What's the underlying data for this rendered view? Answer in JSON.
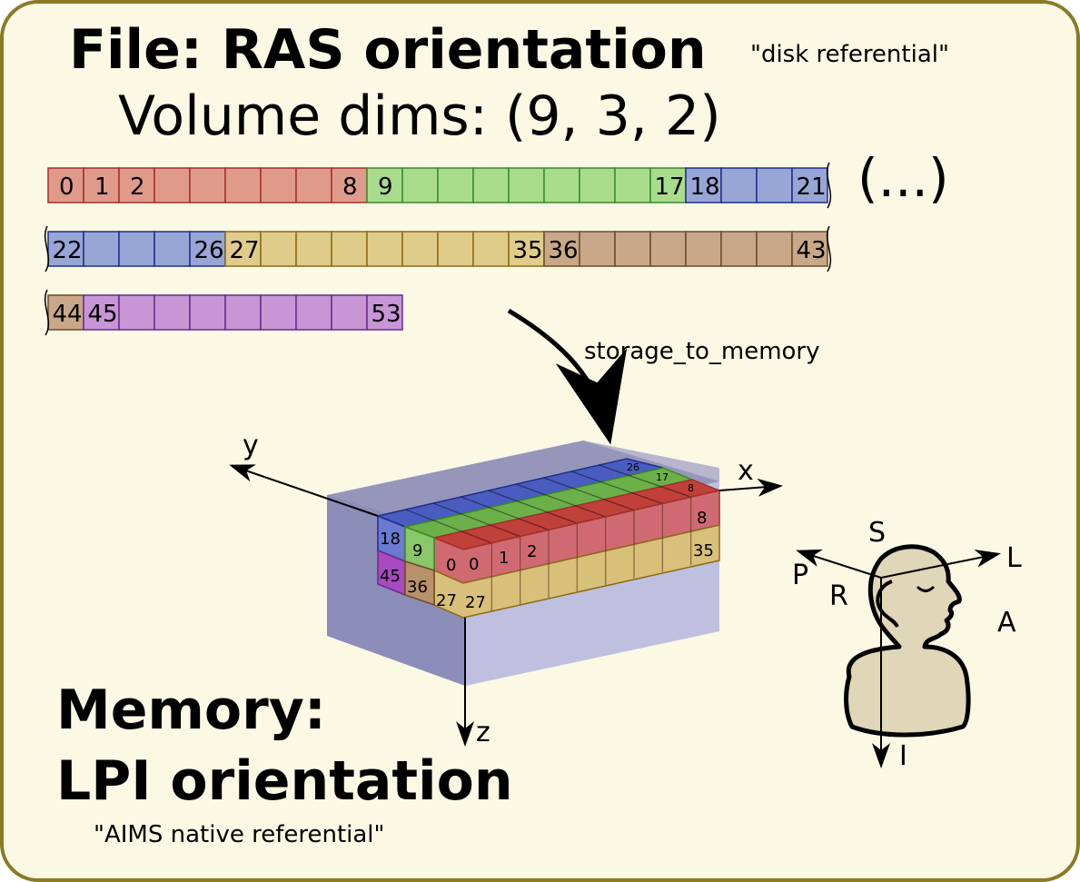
{
  "title": {
    "file_line": "File: RAS orientation",
    "file_note": "\"disk referential\"",
    "dims_line": "Volume dims: (9, 3, 2)",
    "memory_line1": "Memory:",
    "memory_line2": "LPI orientation",
    "memory_note": "\"AIMS native referential\""
  },
  "ellipsis": "(...)",
  "arrow_label": "storage_to_memory",
  "colors": {
    "frame_bg": "#fbf8e4",
    "frame_border": "#8a7a24",
    "red": "#e09a8c",
    "red_edge": "#a33028",
    "green": "#a8dc8c",
    "green_edge": "#3b8a2a",
    "blue": "#98a6d6",
    "blue_edge": "#1f2d8c",
    "yellow": "#e0cc8a",
    "yellow_edge": "#8a6a18",
    "brown": "#c8a888",
    "brown_edge": "#6a4a28",
    "purple": "#c896d6",
    "purple_edge": "#6a2a8a",
    "head_fill": "#e0d6b8"
  },
  "strip_rows": [
    {
      "cells": [
        {
          "color": "red",
          "label": "0"
        },
        {
          "color": "red",
          "label": "1"
        },
        {
          "color": "red",
          "label": "2"
        },
        {
          "color": "red",
          "label": ""
        },
        {
          "color": "red",
          "label": ""
        },
        {
          "color": "red",
          "label": ""
        },
        {
          "color": "red",
          "label": ""
        },
        {
          "color": "red",
          "label": ""
        },
        {
          "color": "red",
          "label": "8"
        },
        {
          "color": "green",
          "label": "9"
        },
        {
          "color": "green",
          "label": ""
        },
        {
          "color": "green",
          "label": ""
        },
        {
          "color": "green",
          "label": ""
        },
        {
          "color": "green",
          "label": ""
        },
        {
          "color": "green",
          "label": ""
        },
        {
          "color": "green",
          "label": ""
        },
        {
          "color": "green",
          "label": ""
        },
        {
          "color": "green",
          "label": "17"
        },
        {
          "color": "blue",
          "label": "18"
        },
        {
          "color": "blue",
          "label": ""
        },
        {
          "color": "blue",
          "label": ""
        },
        {
          "color": "blue",
          "label": "21"
        }
      ]
    },
    {
      "cells": [
        {
          "color": "blue",
          "label": "22"
        },
        {
          "color": "blue",
          "label": ""
        },
        {
          "color": "blue",
          "label": ""
        },
        {
          "color": "blue",
          "label": ""
        },
        {
          "color": "blue",
          "label": "26"
        },
        {
          "color": "yellow",
          "label": "27"
        },
        {
          "color": "yellow",
          "label": ""
        },
        {
          "color": "yellow",
          "label": ""
        },
        {
          "color": "yellow",
          "label": ""
        },
        {
          "color": "yellow",
          "label": ""
        },
        {
          "color": "yellow",
          "label": ""
        },
        {
          "color": "yellow",
          "label": ""
        },
        {
          "color": "yellow",
          "label": ""
        },
        {
          "color": "yellow",
          "label": "35"
        },
        {
          "color": "brown",
          "label": "36"
        },
        {
          "color": "brown",
          "label": ""
        },
        {
          "color": "brown",
          "label": ""
        },
        {
          "color": "brown",
          "label": ""
        },
        {
          "color": "brown",
          "label": ""
        },
        {
          "color": "brown",
          "label": ""
        },
        {
          "color": "brown",
          "label": ""
        },
        {
          "color": "brown",
          "label": "43"
        }
      ]
    },
    {
      "cells": [
        {
          "color": "brown",
          "label": "44"
        },
        {
          "color": "purple",
          "label": "45"
        },
        {
          "color": "purple",
          "label": ""
        },
        {
          "color": "purple",
          "label": ""
        },
        {
          "color": "purple",
          "label": ""
        },
        {
          "color": "purple",
          "label": ""
        },
        {
          "color": "purple",
          "label": ""
        },
        {
          "color": "purple",
          "label": ""
        },
        {
          "color": "purple",
          "label": ""
        },
        {
          "color": "purple",
          "label": "53"
        }
      ]
    }
  ],
  "volume": {
    "axes": {
      "x": "x",
      "y": "y",
      "z": "z"
    },
    "top_back_labels": [
      "26",
      "17",
      "8"
    ],
    "front_left_labels": [
      "18",
      "9",
      "0",
      "45",
      "36",
      "27"
    ],
    "front_row_top": [
      "0",
      "1",
      "2"
    ],
    "front_row_bottom": [
      "27"
    ],
    "right_labels": [
      "8",
      "35"
    ]
  },
  "head": {
    "labels": {
      "S": "S",
      "I": "I",
      "L": "L",
      "R": "R",
      "A": "A",
      "P": "P"
    }
  }
}
